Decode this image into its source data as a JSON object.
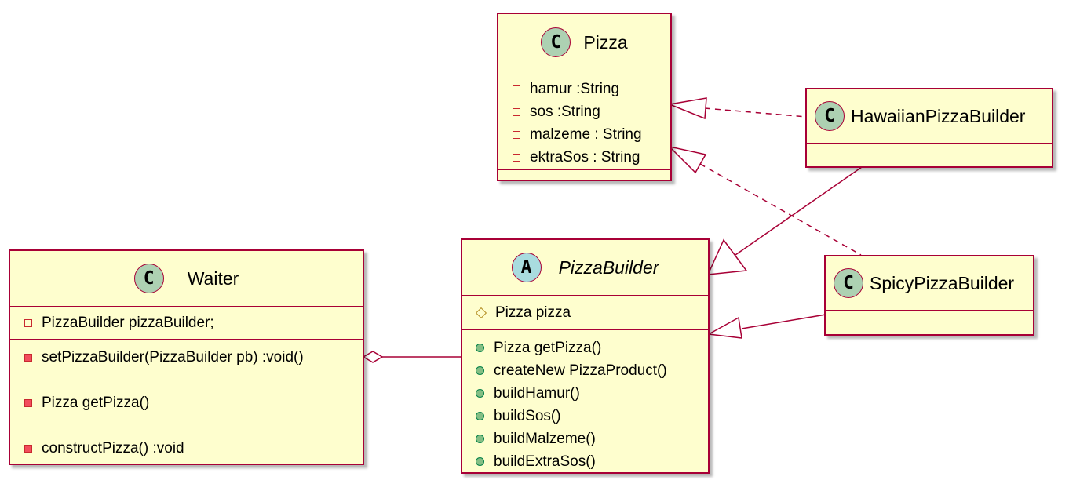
{
  "classes": {
    "pizza": {
      "badge": "C",
      "name": "Pizza",
      "fields": [
        {
          "vis": "private",
          "text": "hamur :String"
        },
        {
          "vis": "private",
          "text": "sos :String"
        },
        {
          "vis": "private",
          "text": "malzeme : String"
        },
        {
          "vis": "private",
          "text": "ektraSos : String"
        }
      ],
      "methods": []
    },
    "hawaiian": {
      "badge": "C",
      "name": "HawaiianPizzaBuilder",
      "fields": [],
      "methods": []
    },
    "spicy": {
      "badge": "C",
      "name": "SpicyPizzaBuilder",
      "fields": [],
      "methods": []
    },
    "waiter": {
      "badge": "C",
      "name": "Waiter",
      "fields": [
        {
          "vis": "private",
          "text": "PizzaBuilder pizzaBuilder;"
        }
      ],
      "methods": [
        {
          "vis": "private",
          "text": "setPizzaBuilder(PizzaBuilder pb) :void()"
        },
        {
          "vis": "private",
          "text": "Pizza getPizza()"
        },
        {
          "vis": "private",
          "text": "constructPizza() :void"
        }
      ]
    },
    "builder": {
      "badge": "A",
      "name": "PizzaBuilder",
      "abstract": true,
      "fields": [
        {
          "vis": "protected",
          "text": "Pizza pizza"
        }
      ],
      "methods": [
        {
          "vis": "public",
          "text": "Pizza getPizza()"
        },
        {
          "vis": "public",
          "text": "createNew PizzaProduct()"
        },
        {
          "vis": "public",
          "text": "buildHamur()"
        },
        {
          "vis": "public",
          "text": "buildSos()"
        },
        {
          "vis": "public",
          "text": "buildMalzeme()"
        },
        {
          "vis": "public",
          "text": "buildExtraSos()"
        }
      ]
    }
  },
  "relations": [
    {
      "from": "hawaiian",
      "to": "pizza",
      "type": "realization"
    },
    {
      "from": "spicy",
      "to": "pizza",
      "type": "realization"
    },
    {
      "from": "hawaiian",
      "to": "builder",
      "type": "generalization"
    },
    {
      "from": "spicy",
      "to": "builder",
      "type": "generalization"
    },
    {
      "from": "waiter",
      "to": "builder",
      "type": "aggregation"
    }
  ],
  "colors": {
    "class_fill": "#fefece",
    "border": "#a80036",
    "class_badge": "#add1b2",
    "abstract_badge": "#a9dcdf",
    "private_icon": "#c82930",
    "public_icon": "#038048",
    "protected_icon": "#b38d22"
  }
}
